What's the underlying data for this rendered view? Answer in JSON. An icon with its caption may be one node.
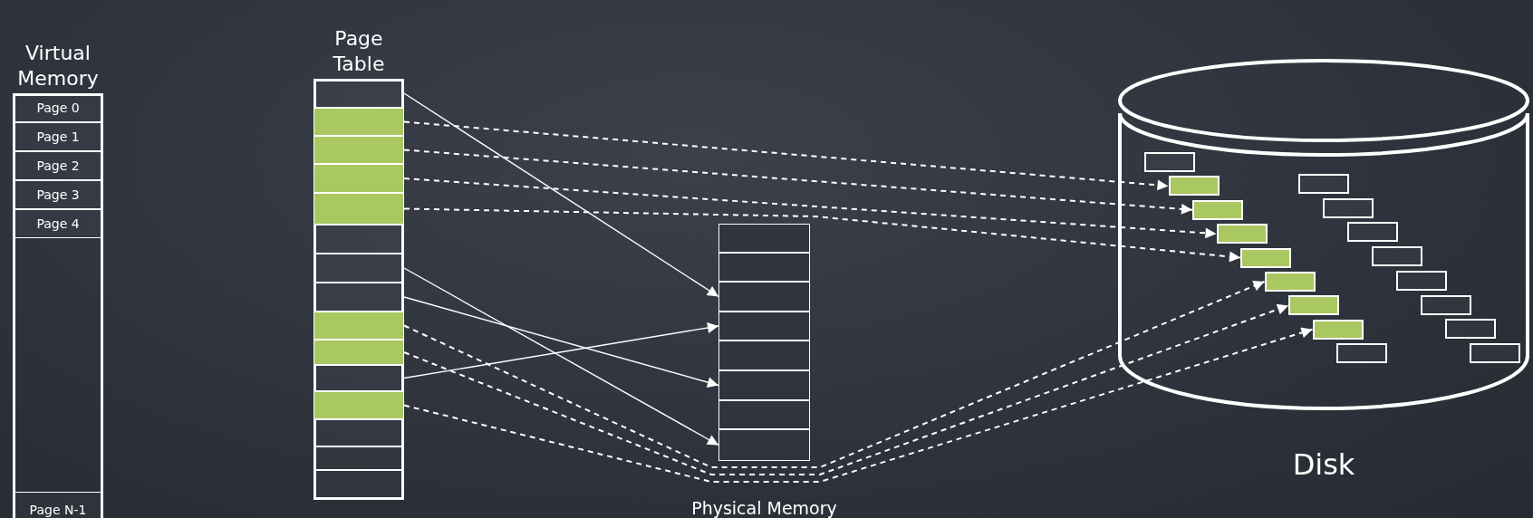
{
  "diagram": {
    "nodes": [
      {
        "text": [
          "Virtual Memory"
        ]
      },
      {
        "text": [
          "Page 0"
        ],
        "in": 0
      },
      {
        "text": [
          "Page 1"
        ],
        "in": 0
      },
      {
        "text": [
          "Page 2"
        ],
        "in": 0
      },
      {
        "text": [
          "Page 3"
        ],
        "in": 0
      },
      {
        "text": [
          "Page 4"
        ],
        "in": 0
      },
      {
        "text": [
          "Page N-1"
        ],
        "in": 0
      },
      {
        "text": [
          "Page Table"
        ]
      },
      {
        "text": [],
        "shape": "box",
        "in": 7
      },
      {
        "text": [],
        "shape": "box",
        "in": 7
      },
      {
        "text": [],
        "shape": "box",
        "in": 7
      },
      {
        "text": [],
        "shape": "box",
        "in": 7
      },
      {
        "text": [],
        "shape": "box",
        "in": 7
      },
      {
        "text": [],
        "shape": "box",
        "in": 7
      },
      {
        "text": [],
        "shape": "box",
        "in": 7
      },
      {
        "text": [],
        "shape": "box",
        "in": 7
      },
      {
        "text": [],
        "shape": "box",
        "in": 7
      },
      {
        "text": [],
        "shape": "box",
        "in": 7
      },
      {
        "text": [],
        "shape": "box",
        "in": 7
      },
      {
        "text": [],
        "shape": "box",
        "in": 7
      },
      {
        "text": [],
        "shape": "box",
        "in": 7
      },
      {
        "text": [],
        "shape": "box",
        "in": 7
      },
      {
        "text": [],
        "shape": "box",
        "in": 7
      },
      {
        "text": [
          "Physical Memory"
        ]
      },
      {
        "text": [],
        "shape": "box",
        "in": 23
      },
      {
        "text": [],
        "shape": "box",
        "in": 23
      },
      {
        "text": [],
        "shape": "box",
        "in": 23
      },
      {
        "text": [],
        "shape": "box",
        "in": 23
      },
      {
        "text": [],
        "shape": "box",
        "in": 23
      },
      {
        "text": [],
        "shape": "box",
        "in": 23
      },
      {
        "text": [],
        "shape": "box",
        "in": 23
      },
      {
        "text": [],
        "shape": "box",
        "in": 23
      },
      {
        "text": [
          "Disk"
        ]
      },
      {
        "text": [],
        "shape": "box",
        "in": 32
      },
      {
        "text": [],
        "shape": "box",
        "in": 32
      },
      {
        "text": [],
        "shape": "box",
        "in": 32
      },
      {
        "text": [],
        "shape": "box",
        "in": 32
      },
      {
        "text": [],
        "shape": "box",
        "in": 32
      },
      {
        "text": [],
        "shape": "box",
        "in": 32
      },
      {
        "text": [],
        "shape": "box",
        "in": 32
      },
      {
        "text": [],
        "shape": "box",
        "in": 32
      },
      {
        "text": [],
        "shape": "box",
        "in": 32
      },
      {
        "text": [],
        "shape": "box",
        "in": 32
      },
      {
        "text": [],
        "shape": "box",
        "in": 32
      },
      {
        "text": [],
        "shape": "box",
        "in": 32
      },
      {
        "text": [],
        "shape": "box",
        "in": 32
      },
      {
        "text": [],
        "shape": "box",
        "in": 32
      },
      {
        "text": [],
        "shape": "box",
        "in": 32
      },
      {
        "text": [],
        "shape": "box",
        "in": 32
      },
      {
        "text": [],
        "shape": "box",
        "in": 32
      }
    ],
    "edges": [
      {
        "from": 8,
        "to": 26,
        "arrow": "to"
      },
      {
        "from": 9,
        "to": 34,
        "arrow": "to",
        "style": "dashed"
      },
      {
        "from": 10,
        "to": 35,
        "arrow": "to",
        "style": "dashed"
      },
      {
        "from": 11,
        "to": 36,
        "arrow": "to",
        "style": "dashed"
      },
      {
        "from": 12,
        "to": 37,
        "arrow": "to",
        "style": "dashed"
      },
      {
        "from": 14,
        "to": 31,
        "arrow": "to"
      },
      {
        "from": 15,
        "to": 29,
        "arrow": "to"
      },
      {
        "from": 16,
        "to": 38,
        "arrow": "to",
        "style": "dashed"
      },
      {
        "from": 17,
        "to": 39,
        "arrow": "to",
        "style": "dashed"
      },
      {
        "from": 18,
        "to": 27,
        "arrow": "to"
      },
      {
        "from": 19,
        "to": 40,
        "arrow": "to",
        "style": "dashed"
      }
    ]
  }
}
